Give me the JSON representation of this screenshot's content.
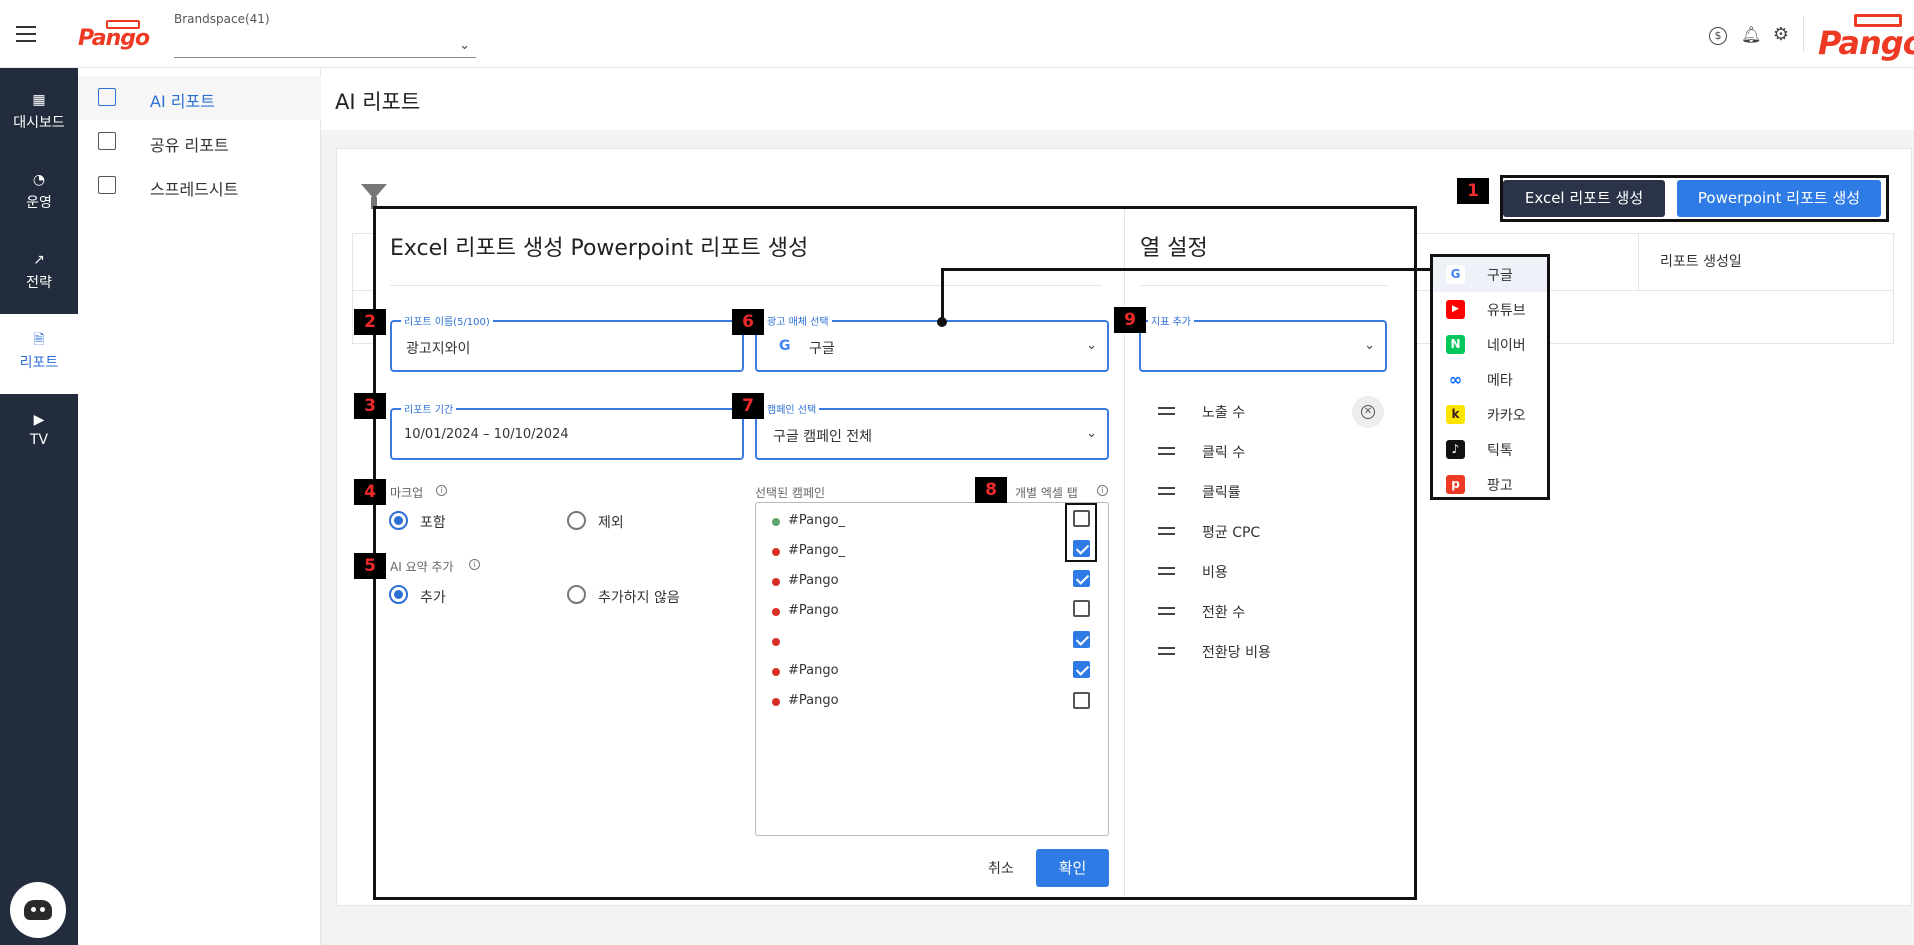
{
  "header": {
    "brandspace_label": "Brandspace(41)",
    "brand_select_value": "",
    "logo_text": "Pango"
  },
  "leftnav": {
    "items": [
      {
        "label": "대시보드",
        "icon": "dashboard-icon"
      },
      {
        "label": "운영",
        "icon": "gauge-icon"
      },
      {
        "label": "전략",
        "icon": "chart-icon"
      },
      {
        "label": "리포트",
        "icon": "report-icon",
        "active": true
      },
      {
        "label": "TV",
        "icon": "tv-icon"
      }
    ]
  },
  "subnav": {
    "items": [
      {
        "label": "AI 리포트",
        "active": true
      },
      {
        "label": "공유 리포트"
      },
      {
        "label": "스프레드시트"
      }
    ]
  },
  "page": {
    "title": "AI 리포트",
    "table_column_created": "리포트 생성일"
  },
  "toolbar": {
    "excel_button": "Excel 리포트 생성",
    "ppt_button": "Powerpoint 리포트 생성"
  },
  "modal": {
    "title": "Excel 리포트 생성  Powerpoint 리포트 생성",
    "report_name": {
      "label": "리포트 이름(5/100)",
      "value": "광고지와이"
    },
    "media": {
      "label": "광고 매체 선택",
      "value": "구글"
    },
    "period": {
      "label": "리포트 기간",
      "value": "10/01/2024 – 10/10/2024"
    },
    "campaign": {
      "label": "캠페인 선택",
      "value": "구글 캠페인 전체"
    },
    "markup": {
      "label": "마크업",
      "option_include": "포함",
      "option_exclude": "제외",
      "selected": "포함"
    },
    "ai_summary": {
      "label": "AI 요약 추가",
      "option_add": "추가",
      "option_skip": "추가하지 않음",
      "selected": "추가"
    },
    "selected_campaigns_label": "선택된 캠페인",
    "excel_tab_label": "개별 엑셀 탭",
    "campaigns": [
      {
        "name": "#Pango_",
        "status_color": "#5aa869",
        "checked": false
      },
      {
        "name": "#Pango_",
        "status_color": "#d93025",
        "checked": true
      },
      {
        "name": "#Pango",
        "status_color": "#d93025",
        "checked": true
      },
      {
        "name": "#Pango",
        "status_color": "#d93025",
        "checked": false
      },
      {
        "name": "",
        "status_color": "#d93025",
        "checked": true
      },
      {
        "name": "#Pango",
        "status_color": "#d93025",
        "checked": true
      },
      {
        "name": "#Pango",
        "status_color": "#d93025",
        "checked": false
      }
    ],
    "cancel": "취소",
    "confirm": "확인"
  },
  "column_settings": {
    "title": "열 설정",
    "add_metric_label": "지표 추가",
    "metrics": [
      "노출 수",
      "클릭 수",
      "클릭률",
      "평균 CPC",
      "비용",
      "전환 수",
      "전환당 비용"
    ]
  },
  "platforms": [
    {
      "name": "구글",
      "icon": "google-icon",
      "color": "#ffffff"
    },
    {
      "name": "유튜브",
      "icon": "youtube-icon",
      "color": "#ff0000"
    },
    {
      "name": "네이버",
      "icon": "naver-icon",
      "color": "#03c75a"
    },
    {
      "name": "메타",
      "icon": "meta-icon",
      "color": "#0866ff"
    },
    {
      "name": "카카오",
      "icon": "kakao-icon",
      "color": "#fee500"
    },
    {
      "name": "틱톡",
      "icon": "tiktok-icon",
      "color": "#111111"
    },
    {
      "name": "팡고",
      "icon": "pango-icon",
      "color": "#ee3a24"
    }
  ],
  "callouts": [
    "1",
    "2",
    "3",
    "4",
    "5",
    "6",
    "7",
    "8",
    "9"
  ]
}
